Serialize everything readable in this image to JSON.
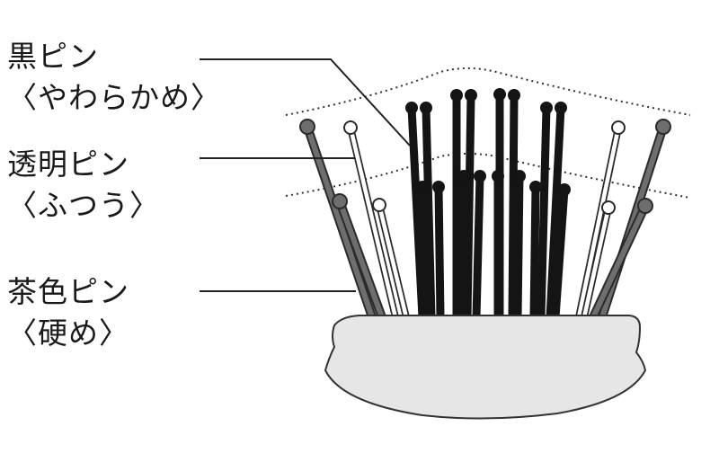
{
  "labels": [
    {
      "name": "黒ピン",
      "note": "〈やわらかめ〉"
    },
    {
      "name": "透明ピン",
      "note": "〈ふつう〉"
    },
    {
      "name": "茶色ピン",
      "note": "〈硬め〉"
    }
  ],
  "colors": {
    "black_pin": "#141414",
    "clear_pin_outline": "#2a2a2a",
    "clear_pin_fill": "#ffffff",
    "brown_pin": "#6e6e6e",
    "base_fill": "#e6e6e6",
    "base_stroke": "#333333",
    "leader_line": "#222222",
    "dotted_guide": "#333333"
  }
}
